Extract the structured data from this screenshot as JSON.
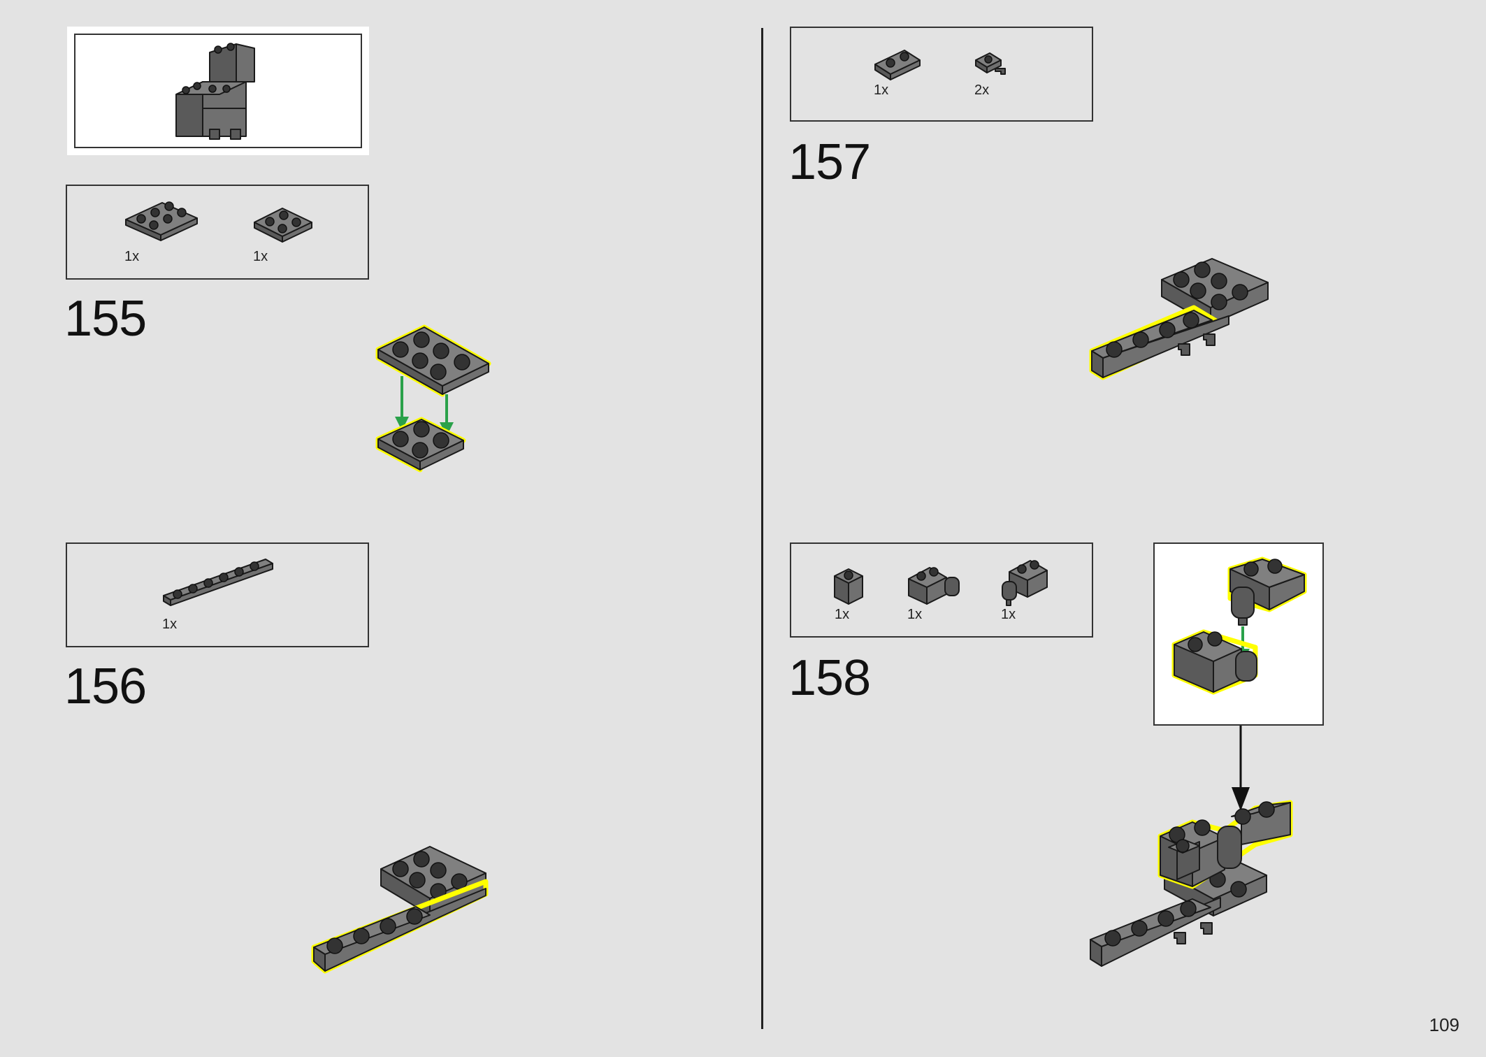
{
  "page": {
    "number": "109"
  },
  "steps": [
    {
      "id": "155",
      "label": "155",
      "parts": [
        {
          "qty": "1x",
          "desc": "plate 2x3"
        },
        {
          "qty": "1x",
          "desc": "plate 2x2"
        }
      ]
    },
    {
      "id": "156",
      "label": "156",
      "parts": [
        {
          "qty": "1x",
          "desc": "plate 1x6"
        }
      ]
    },
    {
      "id": "157",
      "label": "157",
      "parts": [
        {
          "qty": "1x",
          "desc": "plate 1x2"
        },
        {
          "qty": "2x",
          "desc": "plate with clip"
        }
      ]
    },
    {
      "id": "158",
      "label": "158",
      "parts": [
        {
          "qty": "1x",
          "desc": "brick 1x1"
        },
        {
          "qty": "1x",
          "desc": "hinge brick female"
        },
        {
          "qty": "1x",
          "desc": "hinge brick male"
        }
      ]
    }
  ],
  "colors": {
    "background": "#e3e3e3",
    "part": "#707070",
    "highlight": "#ffff00",
    "arrow_green": "#2aa14a",
    "arrow_black": "#111111"
  }
}
